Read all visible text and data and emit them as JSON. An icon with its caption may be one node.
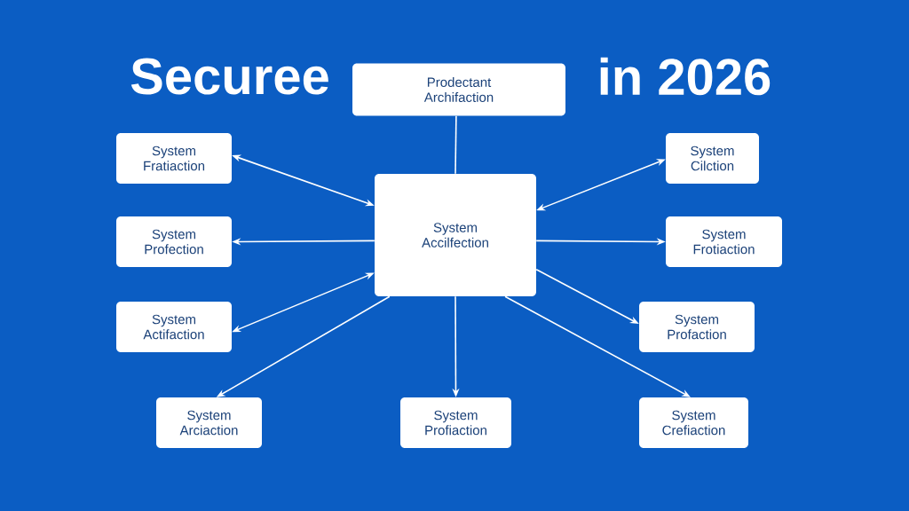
{
  "diagram": {
    "nodes": [
      {
        "text": [
          "Prodectant Archifaction"
        ]
      },
      {
        "text": [
          "System Accilfection"
        ]
      },
      {
        "text": [
          "System Fratiaction"
        ]
      },
      {
        "text": [
          "System Profection"
        ]
      },
      {
        "text": [
          "System Actifaction"
        ]
      },
      {
        "text": [
          "System Arciaction"
        ]
      },
      {
        "text": [
          "System Profiaction"
        ]
      },
      {
        "text": [
          "System Cilction"
        ]
      },
      {
        "text": [
          "System Frotiaction"
        ]
      },
      {
        "text": [
          "System Profaction"
        ]
      },
      {
        "text": [
          "System Crefiaction"
        ]
      }
    ],
    "edges": [
      {
        "from": 0,
        "to": 1,
        "arrow": "none"
      },
      {
        "from": 1,
        "to": 2,
        "arrow": "both"
      },
      {
        "from": 1,
        "to": 3,
        "arrow": "to"
      },
      {
        "from": 4,
        "to": 1,
        "arrow": "both"
      },
      {
        "from": 1,
        "to": 5,
        "arrow": "to"
      },
      {
        "from": 1,
        "to": 6,
        "arrow": "to"
      },
      {
        "from": 7,
        "to": 1,
        "arrow": "both"
      },
      {
        "from": 1,
        "to": 8,
        "arrow": "to"
      },
      {
        "from": 1,
        "to": 9,
        "arrow": "to"
      },
      {
        "from": 1,
        "to": 10,
        "arrow": "to"
      }
    ],
    "labels": [
      "Securee",
      "in 2026"
    ]
  }
}
